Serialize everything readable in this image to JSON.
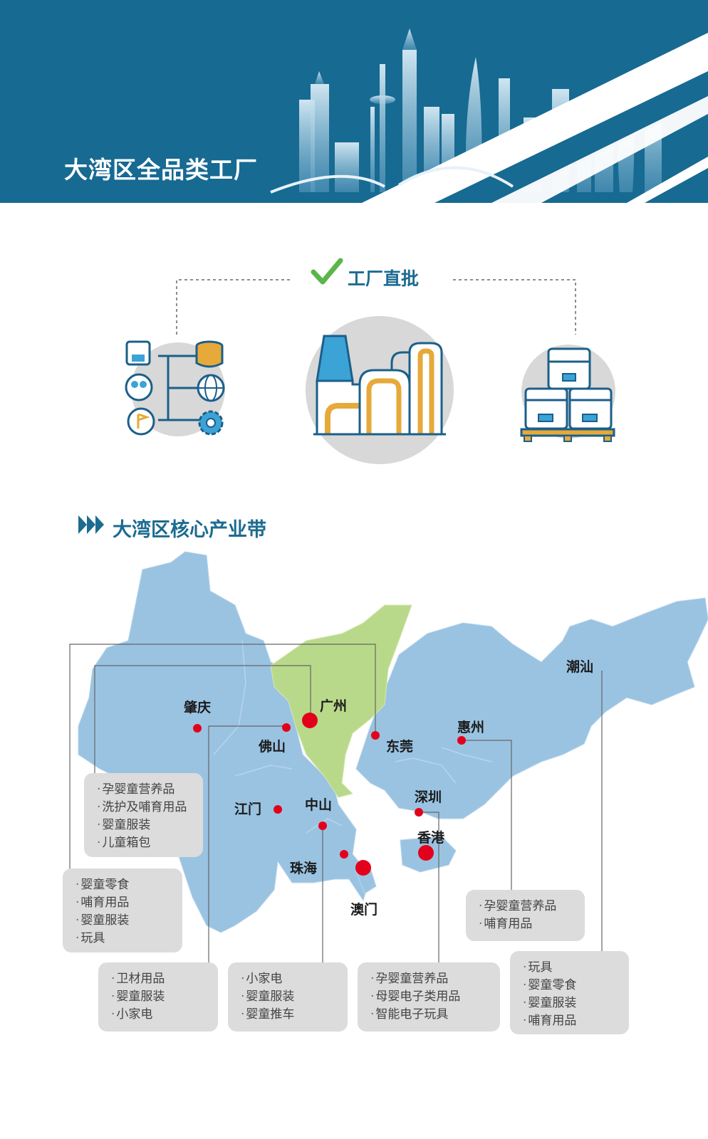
{
  "banner": {
    "title": "大湾区全品类工厂"
  },
  "factory_direct": {
    "title": "工厂直批"
  },
  "section": {
    "title": "大湾区核心产业带"
  },
  "icons": {
    "left": "network-hub-icon",
    "center": "factory-icon",
    "right": "boxes-pallet-icon"
  },
  "colors": {
    "primary": "#176a92",
    "map_blue": "#9ac3e2",
    "guangzhou_green": "#b9d98a",
    "marker_red": "#e3001b",
    "check_green": "#5bb54a"
  },
  "cities": {
    "zhaoqing": "肇庆",
    "guangzhou": "广州",
    "foshan": "佛山",
    "dongguan": "东莞",
    "huizhou": "惠州",
    "chaoshan": "潮汕",
    "jiangmen": "江门",
    "zhongshan": "中山",
    "shenzhen": "深圳",
    "hongkong": "香港",
    "zhuhai": "珠海",
    "macau": "澳门"
  },
  "boxes": {
    "guangzhou_products": [
      "孕婴童营养品",
      "洗护及哺育用品",
      "婴童服装",
      "儿童箱包"
    ],
    "dongguan_products": [
      "婴童零食",
      "哺育用品",
      "婴童服装",
      "玩具"
    ],
    "huizhou_products": [
      "孕婴童营养品",
      "哺育用品"
    ],
    "foshan_products": [
      "卫材用品",
      "婴童服装",
      "小家电"
    ],
    "zhongshan_products": [
      "小家电",
      "婴童服装",
      "婴童推车"
    ],
    "shenzhen_products": [
      "孕婴童营养品",
      "母婴电子类用品",
      "智能电子玩具"
    ],
    "chaoshan_products": [
      "玩具",
      "婴童零食",
      "婴童服装",
      "哺育用品"
    ]
  }
}
